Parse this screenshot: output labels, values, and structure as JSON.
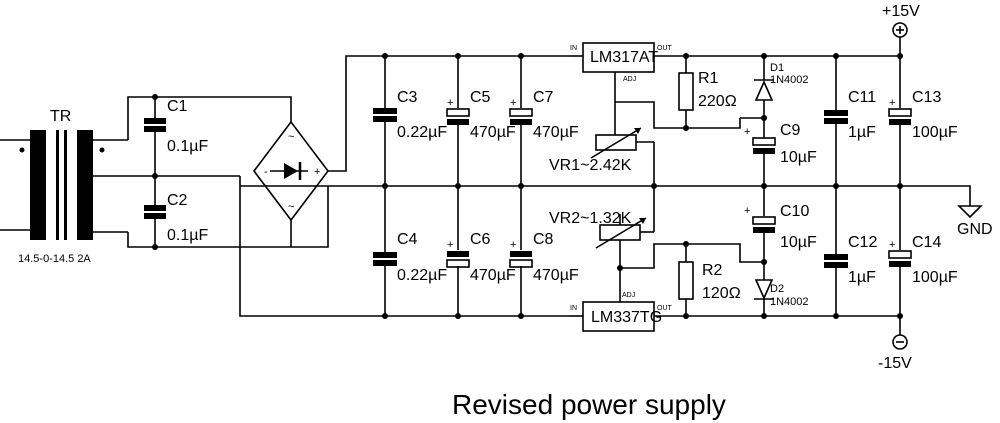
{
  "title": "Revised power supply",
  "transformer": {
    "ref": "TR",
    "rating": "14.5-0-14.5 2A"
  },
  "rails": {
    "positive": "+15V",
    "negative": "-15V",
    "ground": "GND"
  },
  "regulators": {
    "positive": {
      "part": "LM317AT",
      "in": "IN",
      "out": "OUT",
      "adj": "ADJ"
    },
    "negative": {
      "part": "LM337TG",
      "in": "IN",
      "out": "OUT",
      "adj": "ADJ"
    }
  },
  "resistors": {
    "R1": {
      "ref": "R1",
      "value": "220Ω"
    },
    "R2": {
      "ref": "R2",
      "value": "120Ω"
    }
  },
  "trimmers": {
    "VR1": "VR1~2.42K",
    "VR2": "VR2~1.32K"
  },
  "diodes": {
    "D1": {
      "ref": "D1",
      "part": "1N4002"
    },
    "D2": {
      "ref": "D2",
      "part": "1N4002"
    }
  },
  "capacitors": {
    "C1": {
      "ref": "C1",
      "value": "0.1µF"
    },
    "C2": {
      "ref": "C2",
      "value": "0.1µF"
    },
    "C3": {
      "ref": "C3",
      "value": "0.22µF"
    },
    "C4": {
      "ref": "C4",
      "value": "0.22µF"
    },
    "C5": {
      "ref": "C5",
      "value": "470µF"
    },
    "C6": {
      "ref": "C6",
      "value": "470µF"
    },
    "C7": {
      "ref": "C7",
      "value": "470µF"
    },
    "C8": {
      "ref": "C8",
      "value": "470µF"
    },
    "C9": {
      "ref": "C9",
      "value": "10µF"
    },
    "C10": {
      "ref": "C10",
      "value": "10µF"
    },
    "C11": {
      "ref": "C11",
      "value": "1µF"
    },
    "C12": {
      "ref": "C12",
      "value": "1µF"
    },
    "C13": {
      "ref": "C13",
      "value": "100µF"
    },
    "C14": {
      "ref": "C14",
      "value": "100µF"
    }
  },
  "bridge": {
    "ac": "~",
    "plus": "+",
    "minus": "-"
  },
  "polarity": {
    "plus": "+",
    "minus": "−"
  }
}
